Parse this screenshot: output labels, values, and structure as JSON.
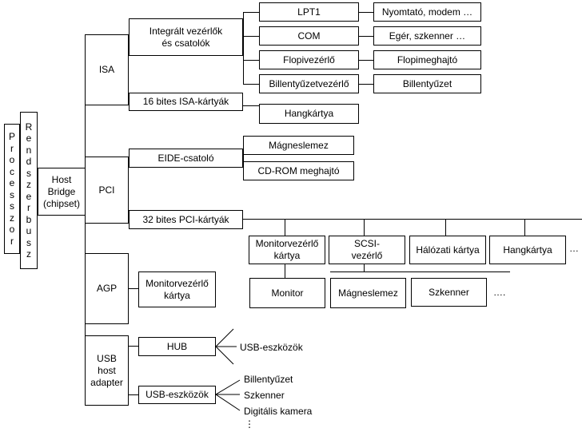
{
  "processor": "Processzor",
  "system_bus": "Rendszerbusz",
  "host_bridge": {
    "line1": "Host",
    "line2": "Bridge",
    "line3": "(chipset)"
  },
  "isa": {
    "label": "ISA",
    "integrated": {
      "line1": "Integrált vezérlők",
      "line2": "és csatolók"
    },
    "lpt1": "LPT1",
    "printer_modem": "Nyomtató, modem …",
    "com": "COM",
    "mouse_scanner": "Egér, szkenner …",
    "floppy_controller": "Flopivezérlő",
    "floppy_drive": "Flopimeghajtó",
    "keyboard_controller": "Billentyűzetvezérlő",
    "keyboard": "Billentyűzet",
    "isa_cards": "16 bites ISA-kártyák",
    "sound_card": "Hangkártya"
  },
  "pci": {
    "label": "PCI",
    "eide": "EIDE-csatoló",
    "hdd": "Mágneslemez",
    "cdrom": "CD-ROM meghajtó",
    "pci_cards": "32 bites PCI-kártyák",
    "monitor_ctrl": {
      "line1": "Monitorvezérlő",
      "line2": "kártya"
    },
    "scsi": {
      "line1": "SCSI-",
      "line2": "vezérlő"
    },
    "network": "Hálózati kártya",
    "sound": "Hangkártya",
    "more": "…",
    "monitor": "Monitor",
    "scsi_hdd": "Mágneslemez",
    "scanner": "Szkenner",
    "scsi_more": "…."
  },
  "agp": {
    "label": "AGP",
    "monitor_ctrl": {
      "line1": "Monitorvezérlő",
      "line2": "kártya"
    }
  },
  "usb": {
    "host": {
      "line1": "USB",
      "line2": "host",
      "line3": "adapter"
    },
    "hub": "HUB",
    "hub_devices": "USB-eszközök",
    "devices": "USB-eszközök",
    "list": [
      "Billentyűzet",
      "Szkenner",
      "Digitális kamera",
      "⋮"
    ]
  }
}
